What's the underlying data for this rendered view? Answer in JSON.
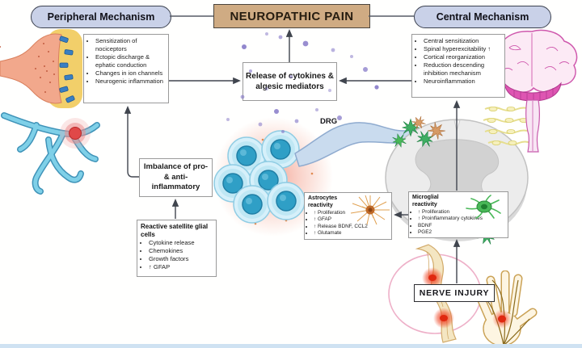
{
  "diagram_title": "NEUROPATHIC PAIN",
  "peripheral": {
    "heading": "Peripheral Mechanism",
    "bullets": [
      "Sensitization of nociceptors",
      "Ectopic discharge & ephatic conduction",
      "Changes in ion channels",
      "Neurogenic inflammation"
    ]
  },
  "central": {
    "heading": "Central Mechanism",
    "bullets": [
      "Central sensitization",
      "Spinal hyperexcitability ↑",
      "Cortical reorganization",
      "Reduction descending inhibition mechanism",
      "Neuroinflammation"
    ]
  },
  "release_box": {
    "label": "Release of cytokines & algesic mediators"
  },
  "imbalance_box": {
    "label": "Imbalance of pro- & anti-inflammatory"
  },
  "reactive_glial_box": {
    "heading": "Reactive satellite glial cells",
    "bullets": [
      "Cytokine release",
      "Chemokines",
      "Growth factors",
      "↑ GFAP"
    ]
  },
  "astrocytes_box": {
    "heading": "Astrocytes reactivity",
    "bullets": [
      "↑ Proliferation",
      "↑ GFAP",
      "↑ Release BDNF, CCL2",
      "↑ Glutamate"
    ]
  },
  "microglial_box": {
    "heading": "Microglial reactivity",
    "bullets": [
      "↑ Proliferation",
      "↑ Proinflammatory cytokines",
      "BDNF",
      "PGE2"
    ]
  },
  "labels": {
    "drg": "DRG",
    "nerve_injury": "NERVE INJURY"
  },
  "colors": {
    "title_box": "#cfab83",
    "mechanism_pill": "#c9d1e8",
    "arrow": "#40454e",
    "cytokine_dot": "#7f72c4",
    "drg_cell": "#2f9fc6",
    "microglia_green": "#49b858",
    "astrocyte_orange": "#d98a3c"
  }
}
